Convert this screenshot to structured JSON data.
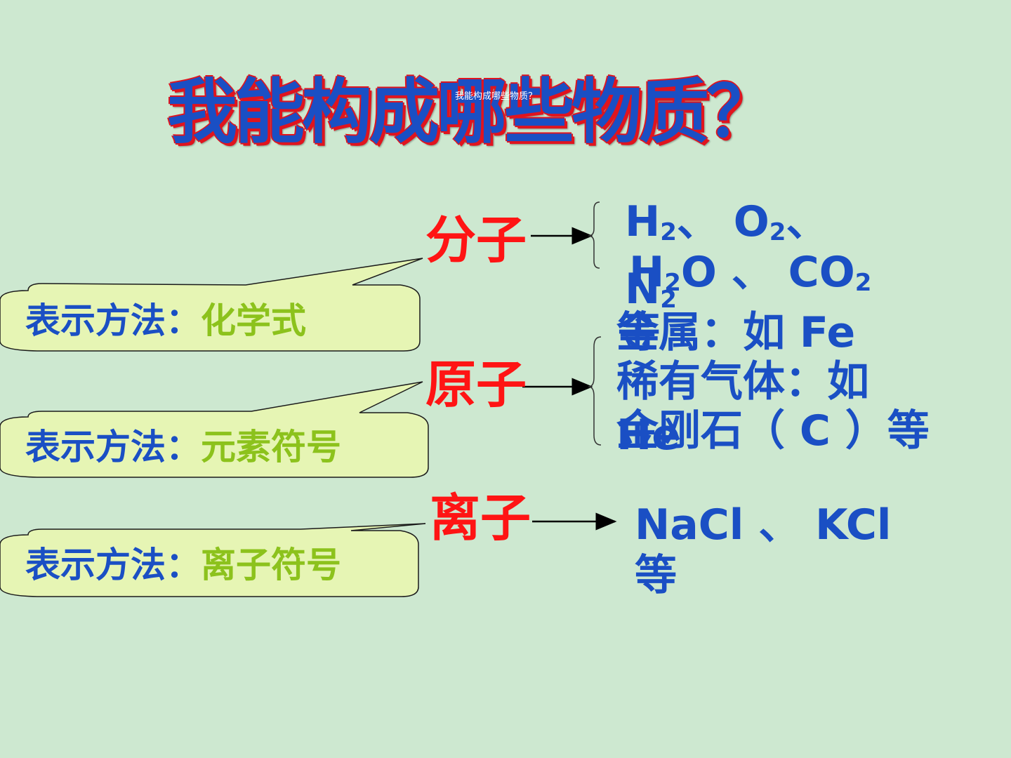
{
  "title": "我能构成哪些物质？",
  "small_title": "我能构成哪些物质？",
  "rows": [
    {
      "term": "分子",
      "method_label": "表示方法：",
      "method_value": "化学式"
    },
    {
      "term": "原子",
      "method_label": "表示方法：",
      "method_value": "元素符号"
    },
    {
      "term": "离子",
      "method_label": "表示方法：",
      "method_value": "离子符号"
    }
  ],
  "molecule_examples": {
    "line1": [
      "H",
      "2",
      "、 O",
      "2",
      "、"
    ],
    "line2": [
      "N",
      "2"
    ],
    "line3": [
      "H",
      "2",
      "O 、 CO",
      "2"
    ],
    "line4": "等"
  },
  "atom_examples": {
    "metal": "金属：如 Fe",
    "gas": "稀有气体：如",
    "gas_element": "He",
    "diamond": "金刚石（ C ）等"
  },
  "ion_examples": {
    "line1": "NaCl 、 KCl",
    "line2": "等"
  },
  "colors": {
    "background": "#cde8d0",
    "title_blue": "#1a4fc4",
    "title_outline": "#e0141e",
    "term_red": "#ff1414",
    "method_green": "#8cc21c",
    "callout_fill": "#e6f5b4"
  }
}
